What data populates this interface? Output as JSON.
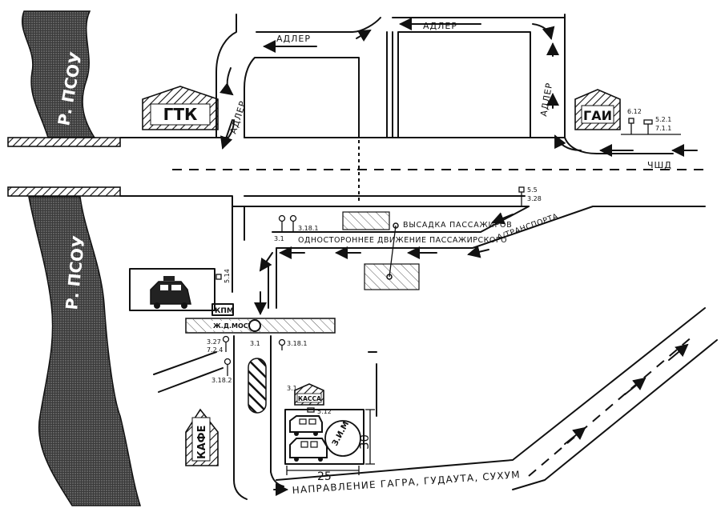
{
  "labels": {
    "river_top": "Р. ПСОУ",
    "river_bottom": "Р. ПСОУ",
    "gtk": "ГТК",
    "gai": "ГАИ",
    "adler_1": "АДЛЕР",
    "adler_2": "АДЛЕР",
    "adler_3": "АДЛЕР",
    "adler_4": "АДЛЕР",
    "chsd": "ЧШД",
    "vysadka": "ВЫСАДКА ПАССАЖИРОВ",
    "one_way": "ОДНОСТОРОННЕЕ ДВИЖЕНИЕ ПАССАЖИРСКОГО",
    "a_transport": "А/ТРАНСПОРТА",
    "kpm": "КПМ",
    "zhd_most": "Ж.Д.МОСТ",
    "kassa": "КАССА",
    "kafe": "КАФЕ",
    "zim": "З.И.М",
    "direction": "НАПРАВЛЕНИЕ ГАГРА, ГУДАУТА, СУХУМ",
    "dim_30": "30",
    "dim_25": "25"
  },
  "signs": {
    "s_6_12": "6.12",
    "s_5_2_1": "5.2.1",
    "s_7_1_1": "7.1.1",
    "s_5_5": "5.5",
    "s_3_28": "3.28",
    "s_3_18_1_top": "3.18.1",
    "s_3_1_top": "3.1",
    "s_5_14": "5.14",
    "s_3_27": "3.27",
    "s_7_2_4": "7.2.4",
    "s_3_1_mid": "3.1",
    "s_3_18_1_mid": "3.18.1",
    "s_3_18_2": "3.18.2",
    "s_3_1_bot": "3.1",
    "s_5_12": "5.12"
  }
}
